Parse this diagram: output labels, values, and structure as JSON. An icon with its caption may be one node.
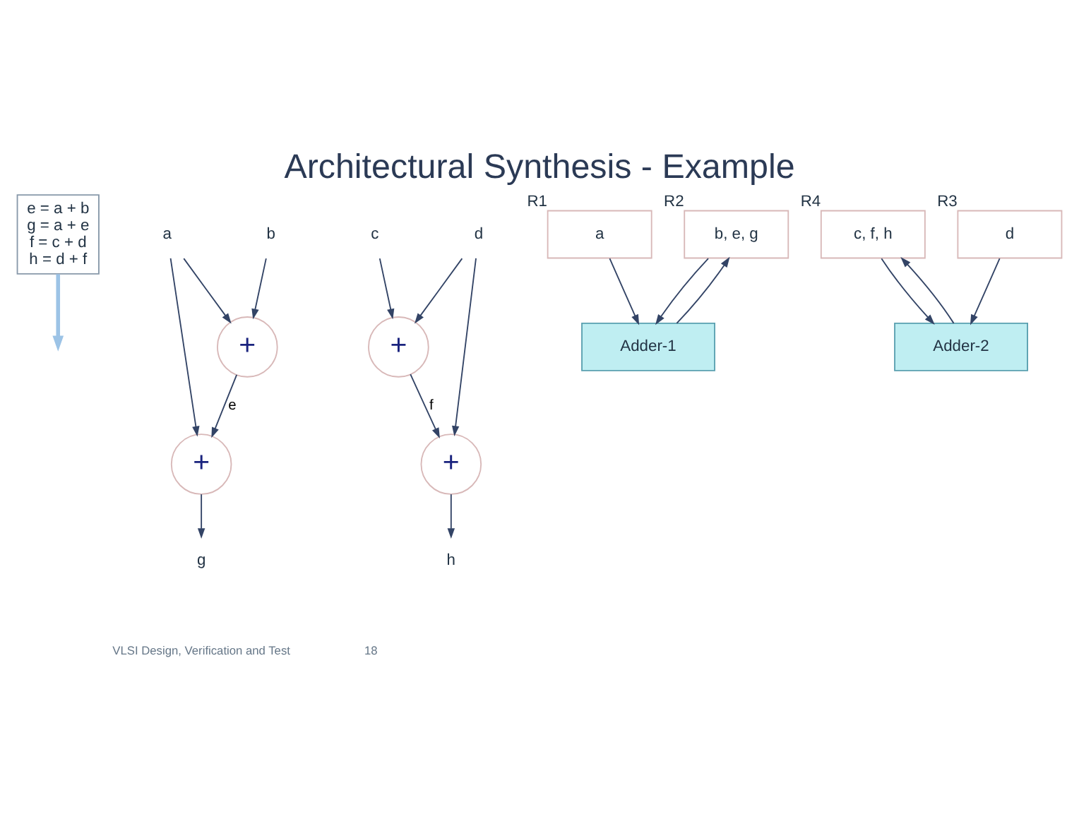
{
  "diagram": {
    "title": "Architectural Synthesis - Example",
    "nodes": [
      {
        "text": [
          "e = a + b",
          "g = a + e",
          "f = c + d",
          "h = d + f"
        ]
      },
      {
        "text": [
          "a"
        ]
      },
      {
        "text": [
          "b"
        ]
      },
      {
        "text": [
          "c"
        ]
      },
      {
        "text": [
          "d"
        ]
      },
      {
        "text": [
          "+"
        ]
      },
      {
        "text": [
          "+"
        ]
      },
      {
        "text": [
          "+"
        ]
      },
      {
        "text": [
          "+"
        ]
      },
      {
        "text": [
          "g"
        ]
      },
      {
        "text": [
          "h"
        ]
      },
      {
        "text": [
          "a"
        ],
        "beside": [
          "R1"
        ]
      },
      {
        "text": [
          "b, e, g"
        ],
        "beside": [
          "R2"
        ]
      },
      {
        "text": [
          "Adder-1"
        ]
      },
      {
        "text": [
          "c, f, h"
        ],
        "beside": [
          "R4"
        ]
      },
      {
        "text": [
          "d"
        ],
        "beside": [
          "R3"
        ]
      },
      {
        "text": [
          "Adder-2"
        ]
      }
    ],
    "edges": [
      {
        "from": 0,
        "to": null,
        "arrow": "to",
        "style": "thick",
        "color": "#9cc3e6"
      },
      {
        "from": 1,
        "to": 5,
        "arrow": "to"
      },
      {
        "from": 1,
        "to": 7,
        "arrow": "to"
      },
      {
        "from": 2,
        "to": 5,
        "arrow": "to"
      },
      {
        "from": 3,
        "to": 6,
        "arrow": "to"
      },
      {
        "from": 4,
        "to": 6,
        "arrow": "to"
      },
      {
        "from": 4,
        "to": 8,
        "arrow": "to"
      },
      {
        "from": 5,
        "to": 7,
        "arrow": "to",
        "label": "e"
      },
      {
        "from": 6,
        "to": 8,
        "arrow": "to",
        "label": "f"
      },
      {
        "from": 7,
        "to": 9,
        "arrow": "to"
      },
      {
        "from": 8,
        "to": 10,
        "arrow": "to"
      },
      {
        "from": 11,
        "to": 13,
        "arrow": "to"
      },
      {
        "from": 12,
        "to": 13,
        "arrow": "to"
      },
      {
        "from": 13,
        "to": 12,
        "arrow": "to"
      },
      {
        "from": 14,
        "to": 16,
        "arrow": "to"
      },
      {
        "from": 15,
        "to": 16,
        "arrow": "to"
      },
      {
        "from": 16,
        "to": 14,
        "arrow": "to"
      }
    ],
    "labels": [
      "VLSI Design, Verification and Test",
      "18"
    ]
  }
}
